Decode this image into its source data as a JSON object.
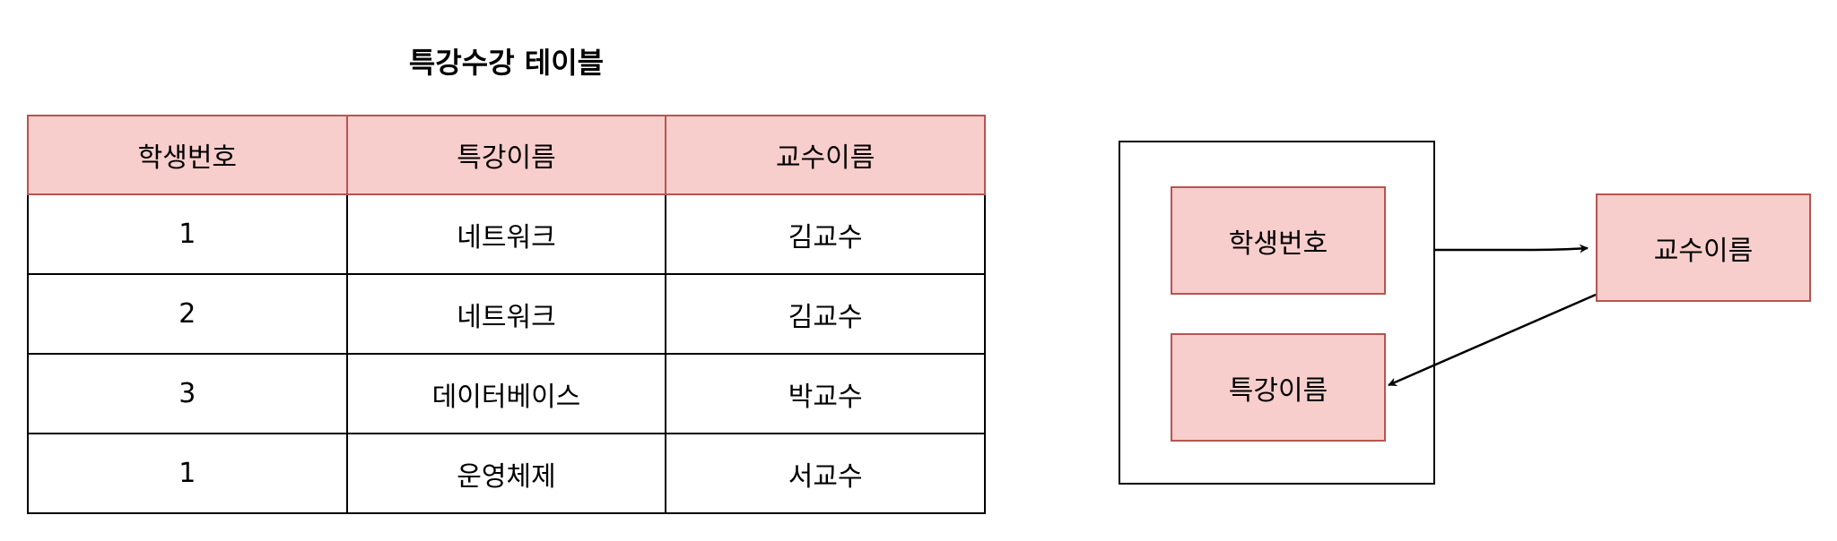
{
  "title": "특강수강 테이블",
  "table": {
    "headers": [
      "학생번호",
      "특강이름",
      "교수이름"
    ],
    "rows": [
      [
        "1",
        "네트워크",
        "김교수"
      ],
      [
        "2",
        "네트워크",
        "김교수"
      ],
      [
        "3",
        "데이터베이스",
        "박교수"
      ],
      [
        "1",
        "운영체제",
        "서교수"
      ]
    ]
  },
  "diagram": {
    "nodes": {
      "student_no": "학생번호",
      "lecture_name": "특강이름",
      "professor_name": "교수이름"
    },
    "edges": [
      {
        "from": "composite_key",
        "to": "professor_name"
      },
      {
        "from": "professor_name",
        "to": "lecture_name"
      }
    ],
    "colors": {
      "node_fill": "#f8cecc",
      "node_border": "#b85450",
      "line": "#000000"
    }
  }
}
